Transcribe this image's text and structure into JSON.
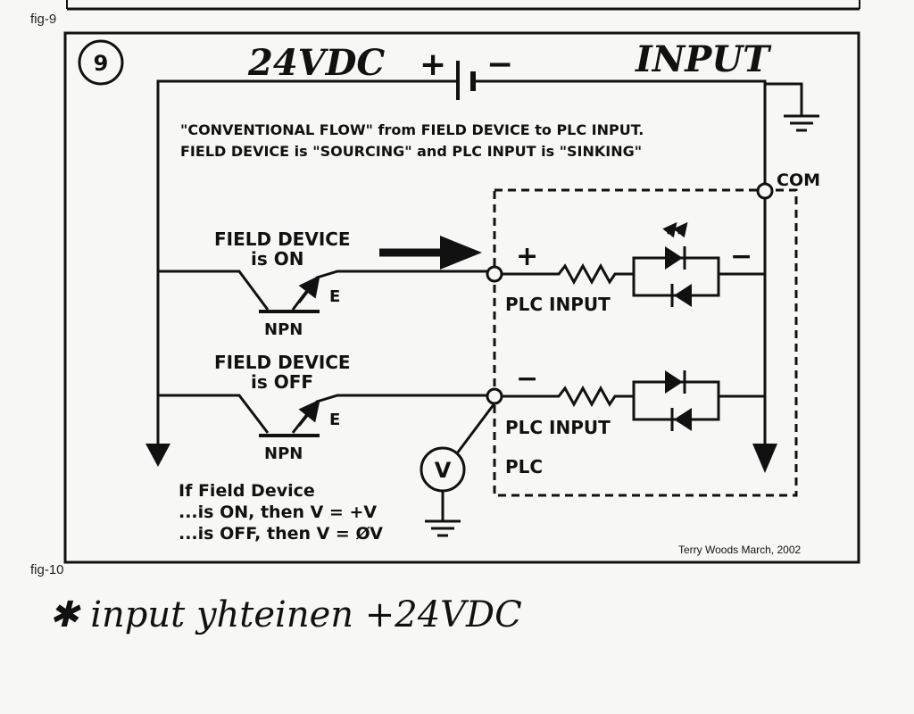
{
  "captions": {
    "top": "fig-9",
    "bottom": "fig-10"
  },
  "figure": {
    "number": "9",
    "supply_label": "24VDC",
    "supply_plus": "+",
    "supply_minus": "−",
    "input_label": "INPUT",
    "description_line1": "\"CONVENTIONAL FLOW\" from FIELD DEVICE to PLC INPUT.",
    "description_line2": "FIELD DEVICE is \"SOURCING\" and PLC INPUT is \"SINKING\"",
    "com_label": "COM",
    "device_on": {
      "title_line1": "FIELD DEVICE",
      "title_line2": "is ON",
      "emitter": "E",
      "transistor": "NPN",
      "plus": "+",
      "minus": "−",
      "plc_input": "PLC INPUT"
    },
    "device_off": {
      "title_line1": "FIELD DEVICE",
      "title_line2": "is OFF",
      "emitter": "E",
      "transistor": "NPN",
      "minus": "−",
      "plc_input": "PLC INPUT"
    },
    "plc_label": "PLC",
    "voltmeter": "V",
    "note_line1": "If Field Device",
    "note_line2": "...is ON, then V = +V",
    "note_line3": "...is OFF, then V = ØV",
    "signature": "Terry Woods  March, 2002"
  },
  "handwritten_note": "✱  input yhteinen +24VDC"
}
